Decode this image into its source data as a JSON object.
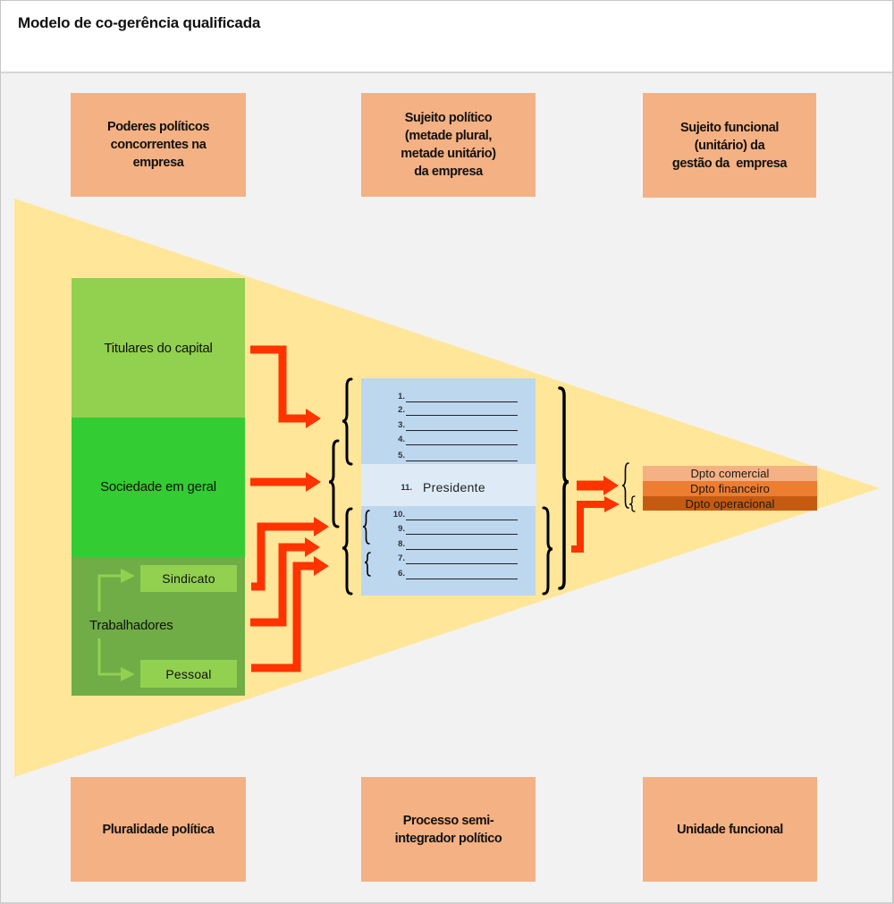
{
  "title": "Modelo de co-gerência qualificada",
  "header_boxes": [
    {
      "lines": [
        "Poderes políticos",
        "concorrentes na",
        "empresa"
      ]
    },
    {
      "lines": [
        "Sujeito político",
        "(metade plural,",
        "metade unitário)",
        "da empresa"
      ]
    },
    {
      "lines": [
        "Sujeito funcional",
        "(unitário) da",
        "gestão da  empresa"
      ]
    }
  ],
  "footer_boxes": [
    {
      "lines": [
        "Pluralidade política"
      ]
    },
    {
      "lines": [
        "Processo semi-",
        "integrador político"
      ]
    },
    {
      "lines": [
        "Unidade funcional"
      ]
    }
  ],
  "powers": {
    "titulares": "Titulares do capital",
    "sociedade": "Sociedade em geral",
    "trabalhadores": "Trabalhadores",
    "sindicato": "Sindicato",
    "pessoal": "Pessoal"
  },
  "council": {
    "top_seats": [
      {
        "num": "1."
      },
      {
        "num": "2."
      },
      {
        "num": "3."
      },
      {
        "num": "4."
      },
      {
        "num": "5."
      }
    ],
    "president": {
      "num": "11.",
      "label": "Presidente"
    },
    "bottom_seats": [
      {
        "num": "10."
      },
      {
        "num": "9."
      },
      {
        "num": "8."
      },
      {
        "num": "7."
      },
      {
        "num": "6."
      }
    ]
  },
  "departments": [
    {
      "label": "Dpto comercial",
      "color": "#f4b183"
    },
    {
      "label": "Dpto financeiro",
      "color": "#ed7d31"
    },
    {
      "label": "Dpto operacional",
      "color": "#c55a11"
    }
  ],
  "colors": {
    "label_box": "#f4b183",
    "triangle": "#ffe699",
    "titulares": "#92d050",
    "sociedade": "#33cc33",
    "trabalhadores": "#70ad47",
    "council": "#bdd7ee",
    "president": "#deebf7",
    "arrow": "#ff3300"
  }
}
